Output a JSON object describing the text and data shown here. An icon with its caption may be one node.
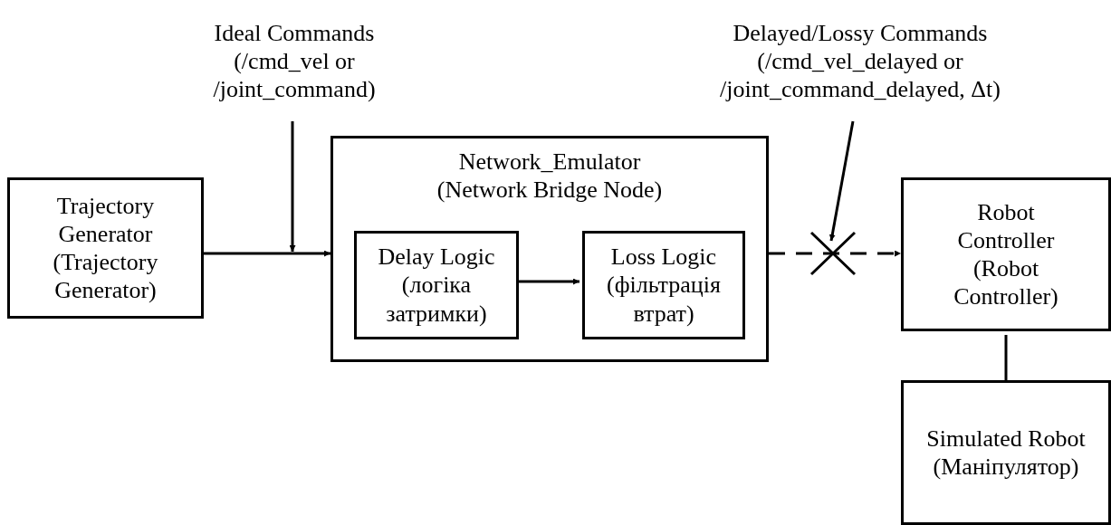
{
  "diagram": {
    "nodes": [
      {
        "text": [
          "Trajectory Generator (Trajectory Generator)"
        ]
      },
      {
        "text": [
          "Network_Emulator (Network Bridge Node)"
        ]
      },
      {
        "text": [
          "Delay Logic (логіка затримки)"
        ],
        "in": 1
      },
      {
        "text": [
          "Loss Logic (фільтрація втрат)"
        ],
        "in": 1
      },
      {
        "text": [
          "Robot Controller (Robot Controller)"
        ]
      },
      {
        "text": [
          "Simulated Robot (Маніпулятор)"
        ]
      },
      {
        "text": [
          "Ideal Commands (/cmd_vel or /joint_command)"
        ]
      },
      {
        "text": [
          "Delayed/Lossy Commands (/cmd_vel_delayed or /joint_command_delayed, Δt)"
        ]
      }
    ],
    "edges": [
      {
        "from": 0,
        "to": 1,
        "arrow": "to"
      },
      {
        "from": 6,
        "to": null,
        "arrow": "to"
      },
      {
        "from": 2,
        "to": 3,
        "arrow": "to"
      },
      {
        "from": 1,
        "to": 4,
        "arrow": "to",
        "style": "dashed"
      },
      {
        "from": 7,
        "to": null,
        "arrow": "to"
      },
      {
        "from": 4,
        "to": 5,
        "arrow": "none"
      }
    ]
  }
}
